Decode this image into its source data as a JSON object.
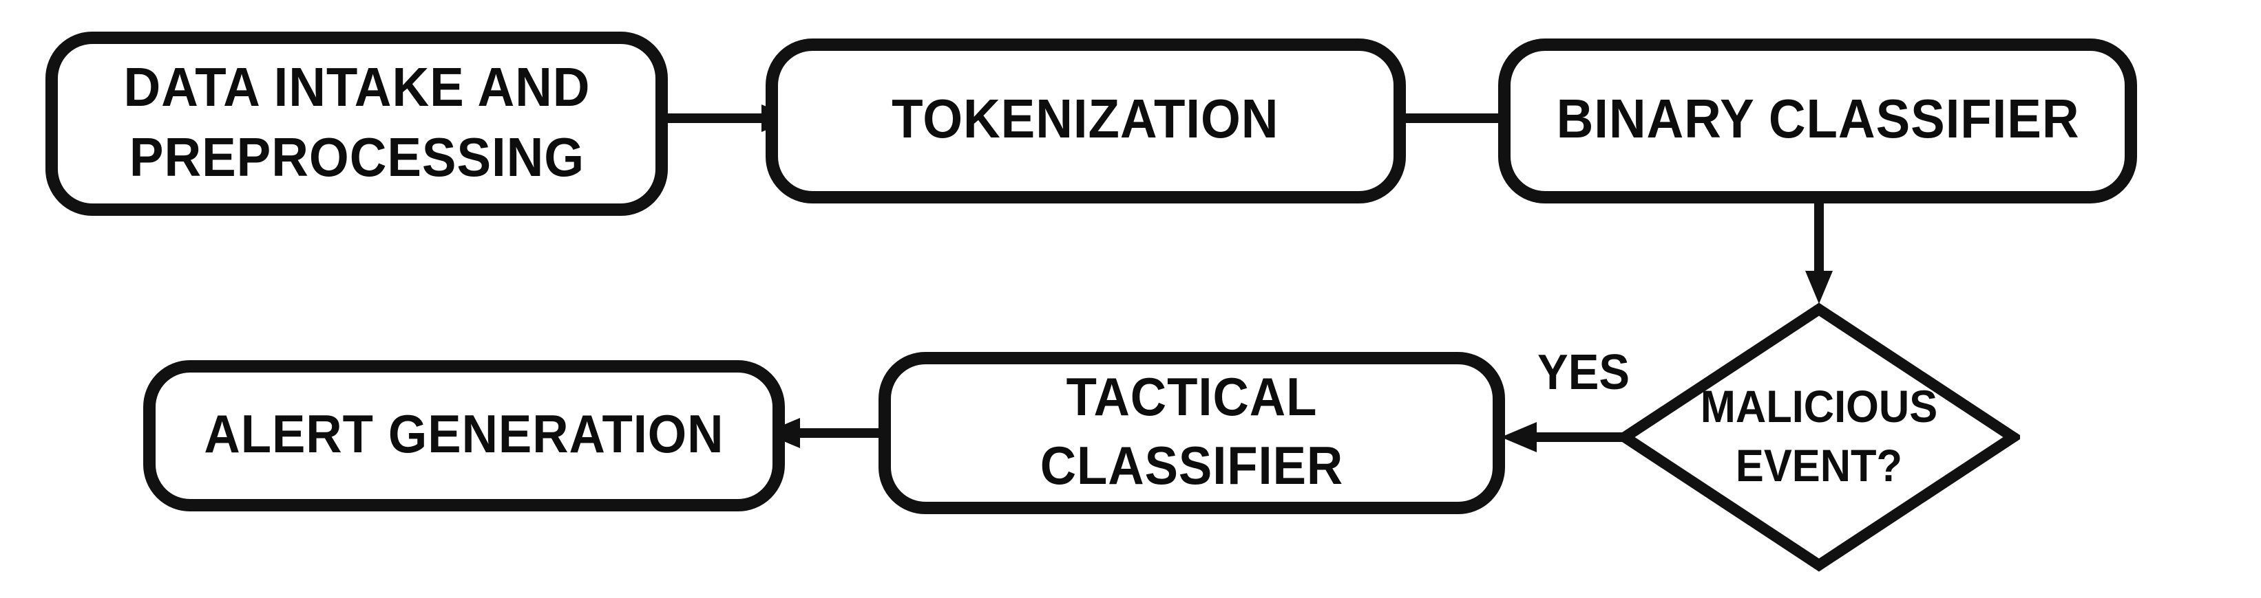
{
  "diagram": {
    "title": "Threat detection pipeline flowchart",
    "type": "flowchart",
    "stroke_color": "#111111",
    "fill_color": "#ffffff",
    "text_color": "#0d0d0d",
    "nodes": [
      {
        "id": "data-intake",
        "shape": "rounded-rectangle",
        "label": "DATA INTAKE AND\nPREPROCESSING"
      },
      {
        "id": "tokenization",
        "shape": "rounded-rectangle",
        "label": "TOKENIZATION"
      },
      {
        "id": "binary-classifier",
        "shape": "rounded-rectangle",
        "label": "BINARY CLASSIFIER"
      },
      {
        "id": "malicious-event",
        "shape": "diamond",
        "label": "MALICIOUS\nEVENT?"
      },
      {
        "id": "tactical-classifier",
        "shape": "rounded-rectangle",
        "label": "TACTICAL CLASSIFIER"
      },
      {
        "id": "alert-generation",
        "shape": "rounded-rectangle",
        "label": "ALERT GENERATION"
      }
    ],
    "edges": [
      {
        "id": "e1",
        "from": "data-intake",
        "to": "tokenization",
        "label": ""
      },
      {
        "id": "e2",
        "from": "tokenization",
        "to": "binary-classifier",
        "label": ""
      },
      {
        "id": "e3",
        "from": "binary-classifier",
        "to": "malicious-event",
        "label": ""
      },
      {
        "id": "e4",
        "from": "malicious-event",
        "to": "tactical-classifier",
        "label": "YES"
      },
      {
        "id": "e5",
        "from": "tactical-classifier",
        "to": "alert-generation",
        "label": ""
      }
    ]
  }
}
